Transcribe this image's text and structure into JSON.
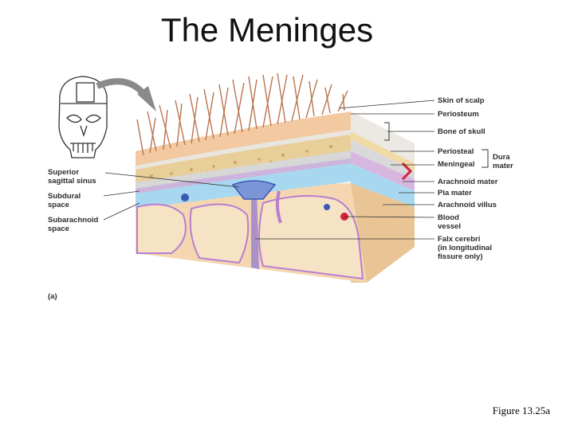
{
  "title": "The Meninges",
  "figure_caption": "Figure 13.25a",
  "panel_letter": "(a)",
  "labels_left": {
    "superior_sagittal_sinus": [
      "Superior",
      "sagittal sinus"
    ],
    "subdural_space": [
      "Subdural",
      "space"
    ],
    "subarachnoid_space": [
      "Subarachnoid",
      "space"
    ]
  },
  "labels_right": {
    "skin_of_scalp": "Skin of scalp",
    "periosteum": "Periosteum",
    "bone_of_skull": "Bone of skull",
    "periosteal": "Periosteal",
    "meningeal": "Meningeal",
    "dura_mater": [
      "Dura",
      "mater"
    ],
    "arachnoid_mater": "Arachnoid mater",
    "pia_mater": "Pia mater",
    "arachnoid_villus": "Arachnoid villus",
    "blood_vessel": [
      "Blood",
      "vessel"
    ],
    "falx_cerebri": [
      "Falx cerebri",
      "(in longitudinal",
      "fissure only)"
    ]
  },
  "colors": {
    "scalp": "#f2c9a0",
    "hair": "#b9754f",
    "periosteum": "#e9e6e0",
    "bone": "#e8cf9a",
    "dura": "#d7d7d7",
    "arachnoid": "#cdb4dd",
    "pia": "#b77fd0",
    "csf": "#a8d8ef",
    "brain": "#f4d7b0",
    "vessel_red": "#d3213a",
    "vessel_blue": "#3b58b8",
    "arrow_gray": "#8a8a8a"
  }
}
